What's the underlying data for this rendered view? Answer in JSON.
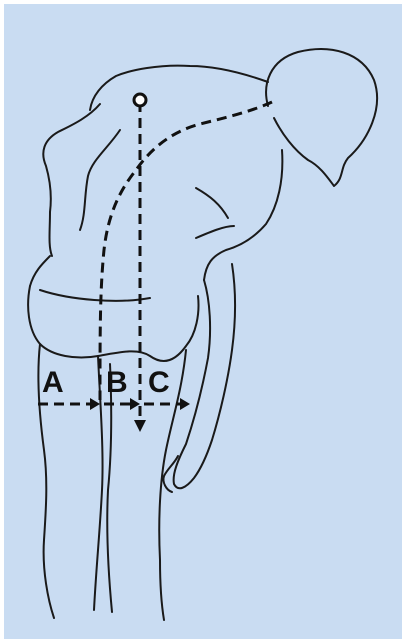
{
  "diagram": {
    "labels": {
      "a": "A",
      "b": "B",
      "c": "C"
    },
    "colors": {
      "background": "#c9dcf2",
      "outline": "#1a1a1a",
      "frame": "#ffffff"
    }
  }
}
